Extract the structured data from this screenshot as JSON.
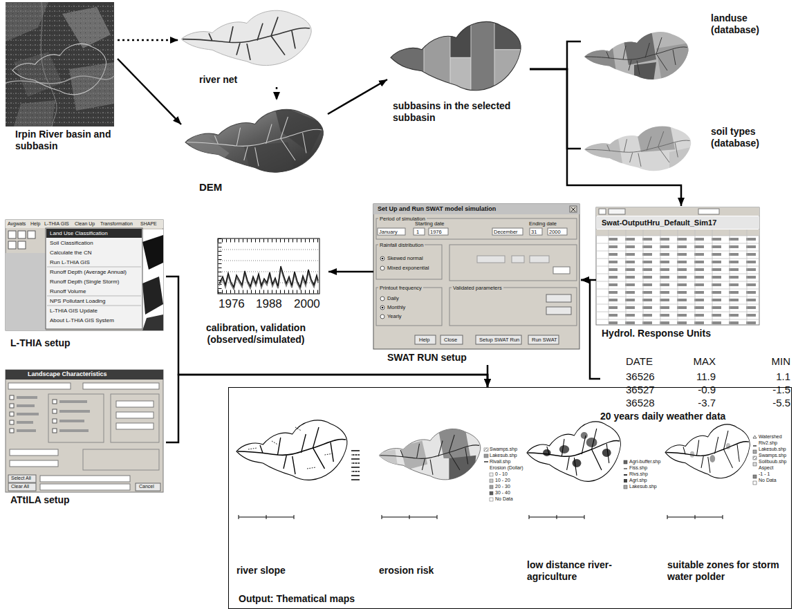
{
  "diagram": {
    "nodes": [
      {
        "text": [
          "Irpin River basin and subbasin"
        ]
      },
      {
        "text": [
          "river net"
        ]
      },
      {
        "text": [
          "DEM"
        ]
      },
      {
        "text": [
          "subbasins in the selected subbasin"
        ]
      },
      {
        "text": [
          "landuse (database)"
        ]
      },
      {
        "text": [
          "soil types (database)"
        ]
      },
      {
        "text": [
          "Hydrol. Response Units"
        ]
      },
      {
        "text": [
          "DATE",
          "MAX",
          "MIN",
          "36526",
          "11.9",
          "1.1",
          "36527",
          "-0.9",
          "-1.5",
          "36528",
          "-3.7",
          "-5.5",
          "20 years daily weather data"
        ]
      },
      {
        "text": [
          "SWAT RUN setup"
        ]
      },
      {
        "text": [
          "calibration, validation (observed/simulated)"
        ]
      },
      {
        "text": [
          "L-THIA setup"
        ]
      },
      {
        "text": [
          "ATtILA setup"
        ]
      },
      {
        "text": [
          "Output: Thematical maps"
        ]
      },
      {
        "text": [
          "river slope"
        ],
        "in": 12
      },
      {
        "text": [
          "erosion risk"
        ],
        "in": 12
      },
      {
        "text": [
          "low distance river-agriculture"
        ],
        "in": 12
      },
      {
        "text": [
          "suitable zones for storm water polder"
        ],
        "in": 12
      }
    ],
    "edges": [
      {
        "from": 0,
        "to": 1,
        "arrow": "to"
      },
      {
        "from": 1,
        "to": 2,
        "arrow": "to"
      },
      {
        "from": 0,
        "to": 2,
        "arrow": "to"
      },
      {
        "from": 2,
        "to": 3,
        "arrow": "to"
      },
      {
        "from": 3,
        "to": 4,
        "arrow": "none"
      },
      {
        "from": 3,
        "to": 5,
        "arrow": "none"
      },
      {
        "from": 3,
        "to": 6,
        "arrow": "to"
      },
      {
        "from": 6,
        "to": 8,
        "arrow": "to"
      },
      {
        "from": 7,
        "to": 8,
        "arrow": "to"
      },
      {
        "from": 8,
        "to": 9,
        "arrow": "to"
      },
      {
        "from": 10,
        "to": 12,
        "arrow": "to"
      },
      {
        "from": 11,
        "to": 12,
        "arrow": "to"
      },
      {
        "from": 8,
        "to": 12,
        "arrow": "to"
      }
    ],
    "labels": [
      "Swat-OutputHru_Default_Sim17",
      "Set Up and Run SWAT model simulation",
      "Period of simulation",
      "Starting date",
      "Ending date",
      "January",
      "1",
      "1976",
      "December",
      "31",
      "2000",
      "Rainfall distribution",
      "Skewed normal",
      "Mixed exponential",
      "Printout frequency",
      "Daily",
      "Monthly",
      "Yearly",
      "Validated parameters",
      "Help",
      "Close",
      "Setup SWAT Run",
      "Run SWAT",
      "1976",
      "1988",
      "2000",
      "Avgwats",
      "Help",
      "L-THIA GIS",
      "Clean Up",
      "Transformation",
      "SHAPE",
      "Land Use Classification",
      "Soil Classification",
      "Calculate the CN",
      "Run L-THIA GIS",
      "Runoff Depth (Average Annual)",
      "Runoff Depth (Single Storm)",
      "Runoff Volume",
      "NPS Pollutant Loading",
      "L-THIA GIS Update",
      "About L-THIA GIS System",
      "Landscape Characteristics",
      "Select All",
      "Clear All",
      "Cancel",
      "Swamps.shp",
      "Lakesub.shp",
      "Rivall.shp",
      "Erosion (Dollar)",
      "0 - 10",
      "10 - 20",
      "20 - 30",
      "30 - 40",
      "No Data",
      "Agri-buffer.shp",
      "Fiss.shp",
      "Rivs.shp",
      "Agrl.shp",
      "Lakesub.shp",
      "Watershed",
      "Riv2.shp",
      "Lakesub.shp",
      "Swamps.shp",
      "Soilbuub.shp",
      "Aspect",
      "-1 - 1",
      "No Data"
    ]
  }
}
